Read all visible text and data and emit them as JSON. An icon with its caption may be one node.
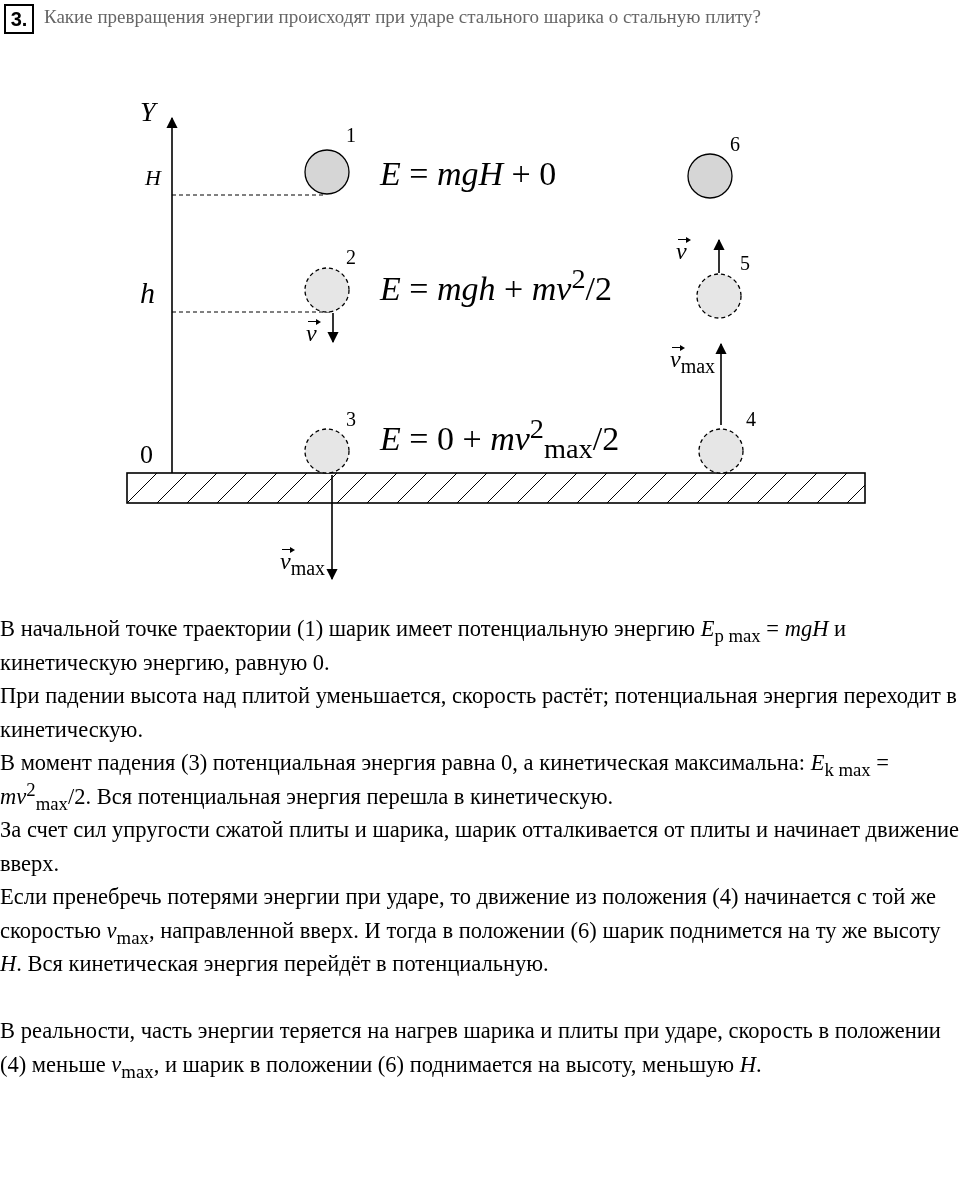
{
  "diagram": {
    "title": "Какие превращения энергии происходят при ударе стального шарика о стальную плиту?",
    "nodes": [
      {
        "text": [],
        "shape": "circle",
        "beside": [
          "1"
        ]
      },
      {
        "text": [],
        "shape": "circle",
        "beside": [
          "2"
        ]
      },
      {
        "text": [],
        "shape": "circle",
        "beside": [
          "3"
        ]
      },
      {
        "text": [],
        "shape": "circle",
        "beside": [
          "4"
        ]
      },
      {
        "text": [],
        "shape": "circle",
        "beside": [
          "5"
        ]
      },
      {
        "text": [],
        "shape": "circle",
        "beside": [
          "6"
        ]
      }
    ],
    "labels": [
      "3.",
      "Y",
      "H",
      "h",
      "0",
      "*E* = *mgH* + 0",
      "*E* = *mgh* + *mv*$^{2}$/2",
      "*E* = 0 + *mv*$^{2}$$_{max}$/2",
      "*v*",
      "*v*$_{max}$",
      "*v*",
      "*v*$_{max}$",
      "В начальной точке траектории (1) шарик имеет потенциальную энергию *E*$_{p max}$ = *mgH* и кинетическую энергию, равную 0.",
      "При падении высота над плитой уменьшается, скорость растёт; потенциальная энергия переходит в кинетическую.",
      "В момент падения (3) потенциальная энергия равна 0, а кинетическая максимальна: *E*$_{k max}$ = *mv*$^{2}$$_{max}$/2. Вся потенциальная энергия перешла в кинетическую.",
      "За счет сил упругости сжатой плиты и шарика, шарик отталкивается от плиты и начинает движение вверх.",
      "Если пренебречь потерями энергии при ударе, то движение из положения (4) начинается с той же скоростью *v*$_{max}$, направленной вверх. И тогда в положении (6) шарик поднимется на ту же высоту *H*. Вся кинетическая энергия перейдёт в потенциальную.",
      "В реальности, часть энергии теряется на нагрев шарика и плиты при ударе, скорость в положении (4) меньше *v*$_{max}$, и шарик в положении (6) поднимается на высоту, меньшую *H*."
    ]
  }
}
